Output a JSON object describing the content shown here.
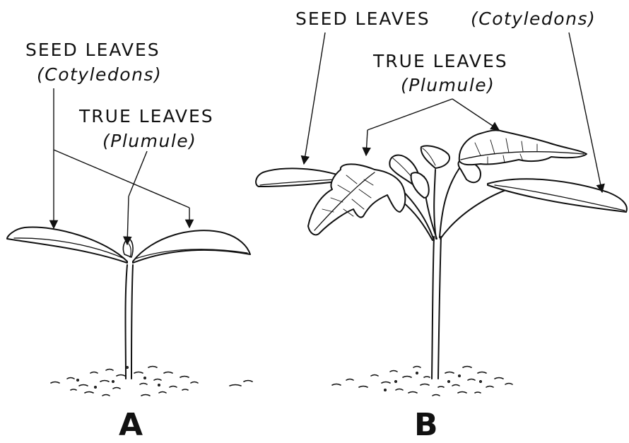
{
  "panel_a": {
    "seed_leaves_label": "SEED LEAVES",
    "seed_leaves_sub": "(Cotyledons)",
    "true_leaves_label": "TRUE LEAVES",
    "true_leaves_sub": "(Plumule)",
    "letter": "A"
  },
  "panel_b": {
    "seed_leaves_label": "SEED LEAVES",
    "seed_leaves_sub": "(Cotyledons)",
    "true_leaves_label": "TRUE LEAVES",
    "true_leaves_sub": "(Plumule)",
    "letter": "B"
  }
}
